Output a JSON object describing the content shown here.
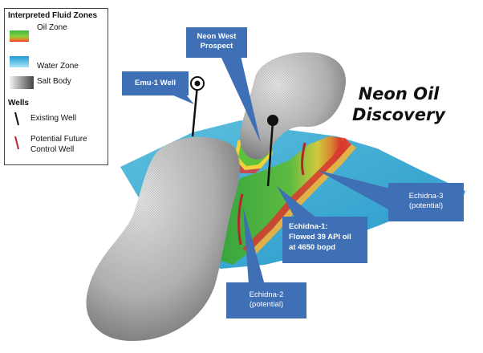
{
  "title": {
    "line1": "Neon Oil",
    "line2": "Discovery"
  },
  "legend": {
    "heading": "Interpreted Fluid Zones",
    "oil_zone": "Oil Zone",
    "water_zone": "Water Zone",
    "salt_body": "Salt Body",
    "wells_heading": "Wells",
    "existing_well": "Existing Well",
    "future_well_line1": "Potential Future",
    "future_well_line2": "Control Well"
  },
  "callouts": {
    "neon_west": {
      "line1": "Neon West",
      "line2": "Prospect"
    },
    "emu1": {
      "label": "Emu-1 Well"
    },
    "echidna1": {
      "line1": "Echidna-1:",
      "line2": "Flowed 39 API oil",
      "line3": "at 4650 bopd"
    },
    "echidna2": {
      "line1": "Echidna-2",
      "line2": "(potential)"
    },
    "echidna3": {
      "line1": "Echidna-3",
      "line2": "(potential)"
    }
  },
  "colors": {
    "callout_blue": "#3f6fb4",
    "water": "#2aa6d6",
    "oil_green": "#3cb843",
    "oil_red": "#e2332a",
    "salt_gray": "#b9b9b9",
    "future_well": "#b2282a"
  }
}
